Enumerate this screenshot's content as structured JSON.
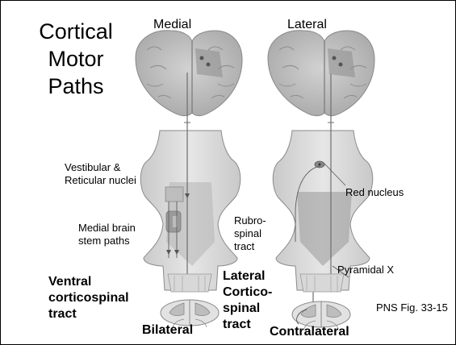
{
  "slide": {
    "title": "Cortical Motor Paths",
    "column_headers": {
      "medial": "Medial",
      "lateral": "Lateral"
    },
    "medial_labels": {
      "vestibular": "Vestibular & Reticular nuclei",
      "medial_paths": "Medial brain stem paths"
    },
    "lateral_labels": {
      "red_nucleus": "Red nucleus",
      "rubrospinal": "Rubro-spinal tract",
      "pyramidal_x": "Pyramidal X"
    },
    "tract_labels": {
      "ventral": "Ventral corticospinal tract",
      "lateral": "Lateral Cortico-spinal tract"
    },
    "bottom_labels": {
      "bilateral": "Bilateral",
      "contralateral": "Contralateral"
    },
    "citation": "PNS Fig. 33-15"
  }
}
